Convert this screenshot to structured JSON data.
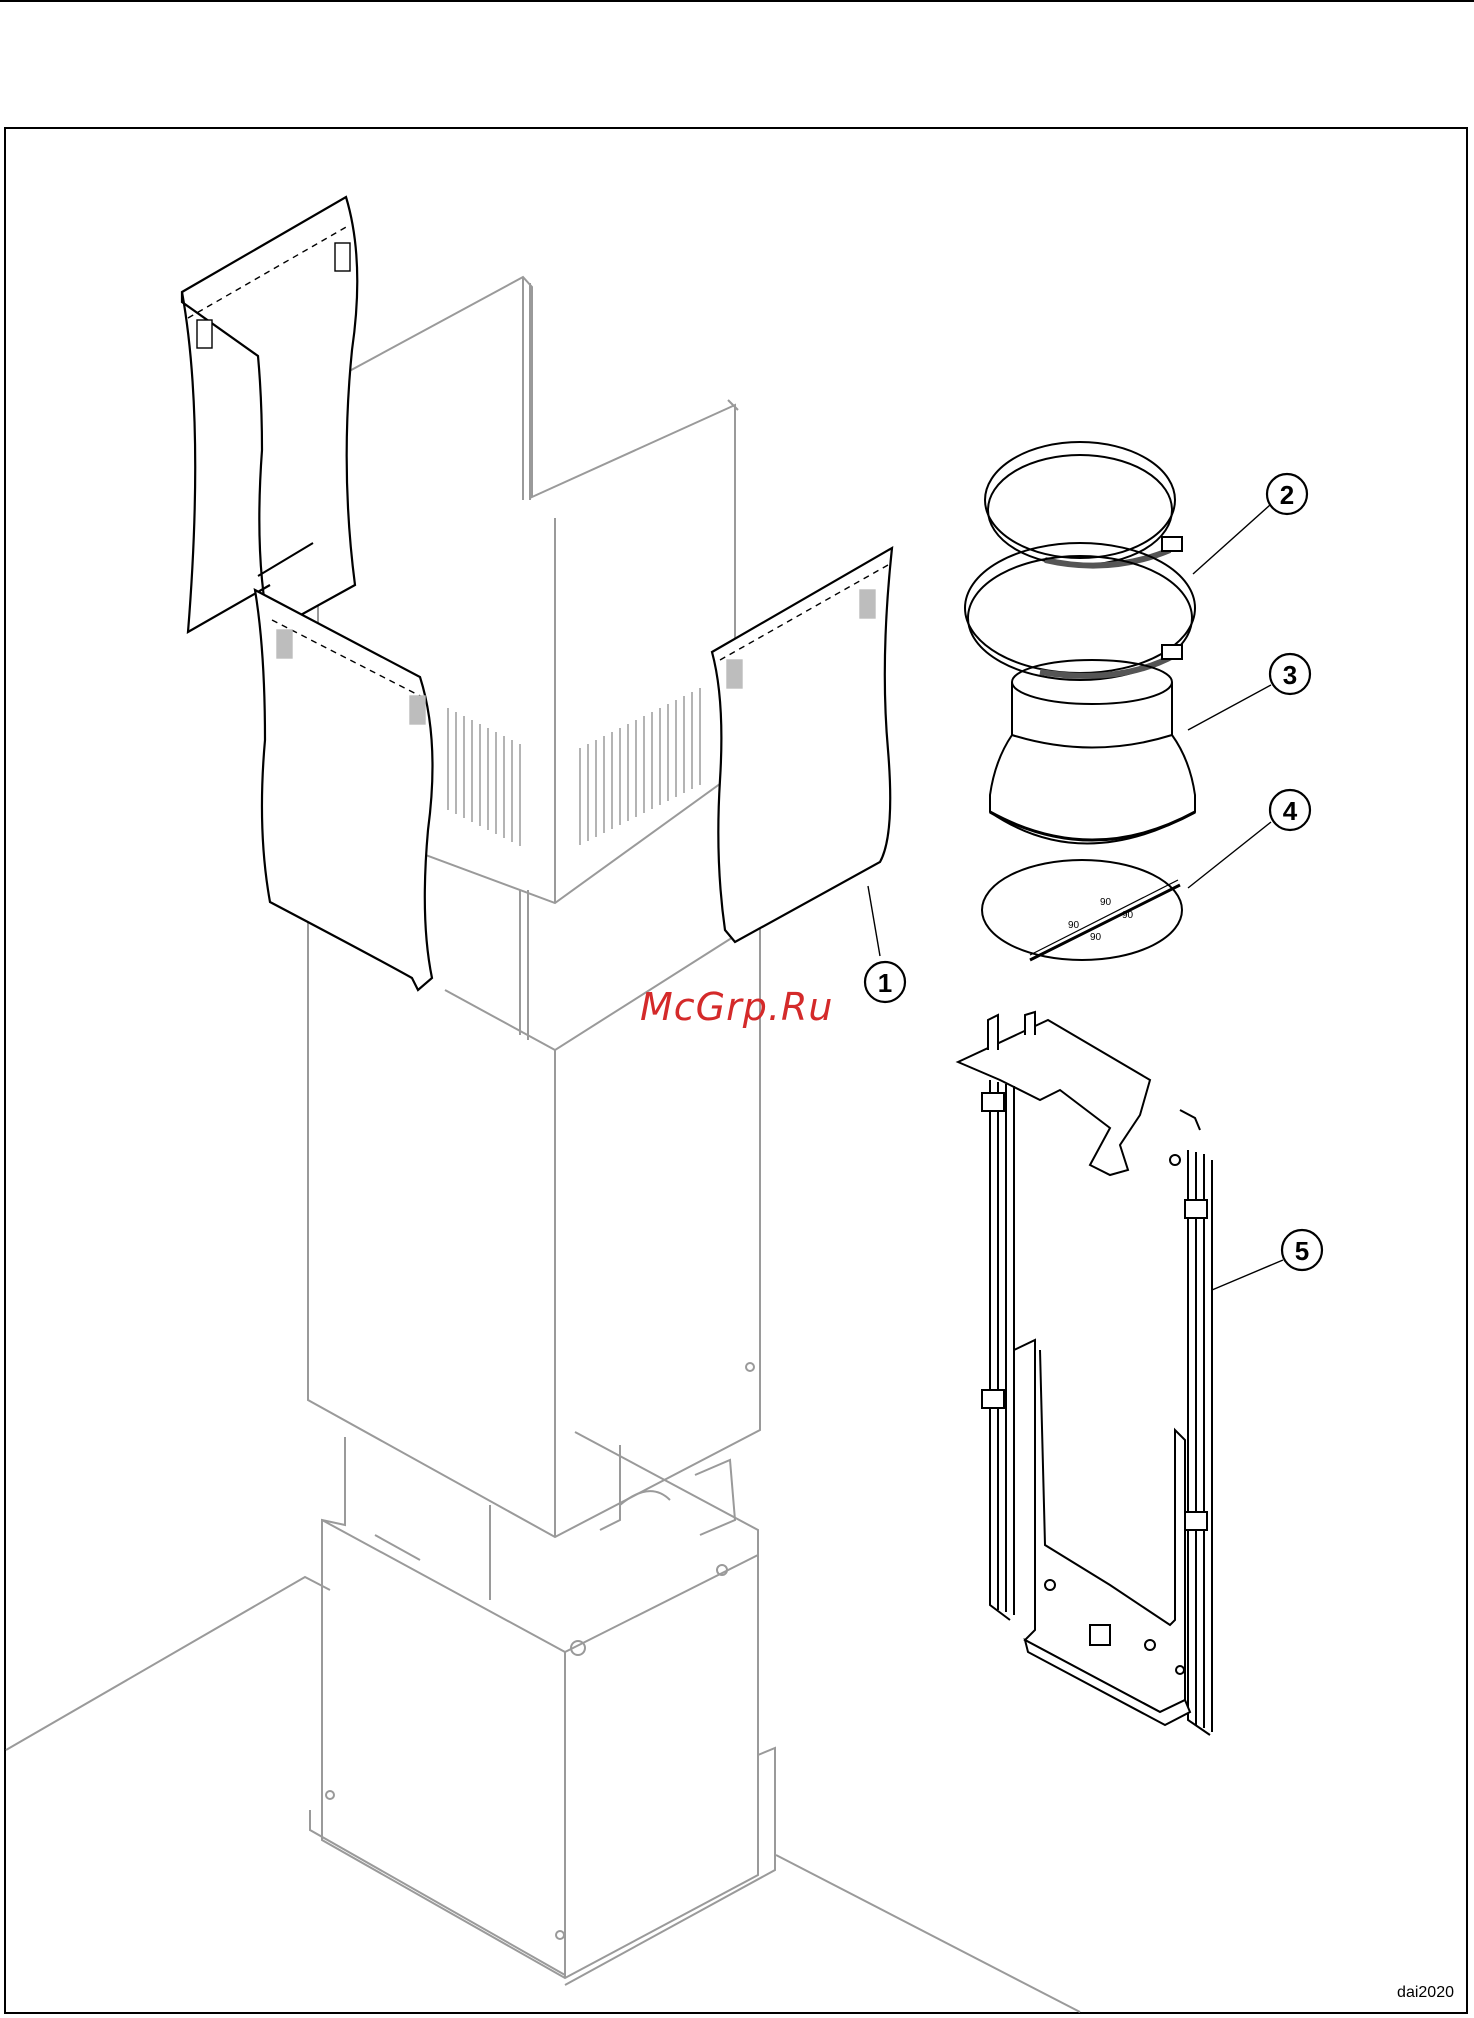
{
  "diagram": {
    "callouts": [
      {
        "number": "1"
      },
      {
        "number": "2"
      },
      {
        "number": "3"
      },
      {
        "number": "4"
      },
      {
        "number": "5"
      }
    ],
    "watermark": "McGrp.Ru",
    "figure_code": "dai2020",
    "colors": {
      "part_outline": "#9a9a9a",
      "highlight_outline": "#000000",
      "watermark": "#d42a2a"
    }
  }
}
